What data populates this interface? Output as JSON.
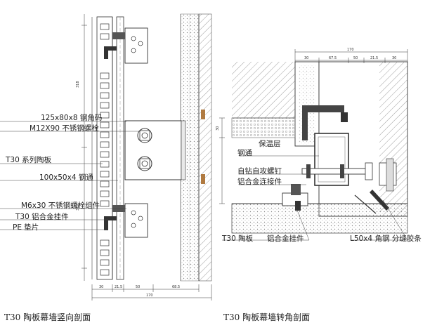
{
  "left_section": {
    "caption": "T30 陶板幕墙竖向剖面",
    "labels": {
      "angle_code": "125x80x8 钢角码",
      "bolt": "M12X90 不锈钢螺栓",
      "panel": "T30 系列陶板",
      "steel_tube": "100x50x4 钢通",
      "bolt_assembly": "M6x30 不锈钢螺栓组件",
      "hanger": "T30 铝合金挂件",
      "pe_pad": "PE 垫片"
    },
    "dims": {
      "h1": "318",
      "h2": "318",
      "b1": "30",
      "b2": "21.5",
      "b3": "50",
      "b4": "68.5",
      "total": "170"
    }
  },
  "right_section": {
    "caption": "T30 陶板幕墙转角剖面",
    "labels": {
      "insulation": "保温层",
      "steel_tube": "钢通",
      "screw": "自钻自攻螺钉",
      "connector": "铝合金连接件",
      "panel": "T30 陶板",
      "hanger": "铝合金挂件",
      "angle_sealant": "L50x4 角钢 分缝胶条"
    },
    "dims": {
      "t1": "30",
      "t2": "67.5",
      "t3": "50",
      "t4": "21.5",
      "t5": "30",
      "t6": "30",
      "total": "170"
    }
  }
}
